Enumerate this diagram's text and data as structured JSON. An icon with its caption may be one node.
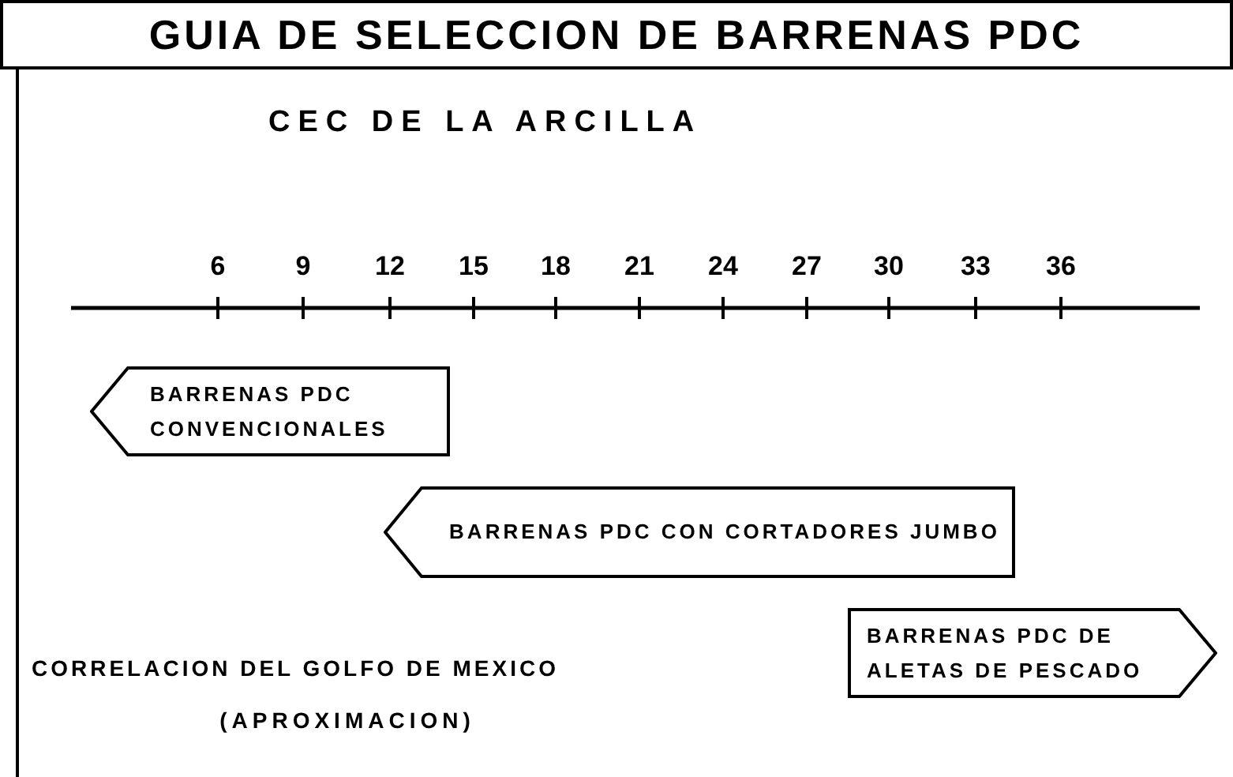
{
  "diagram": {
    "title": "GUIA DE SELECCION DE BARRENAS PDC",
    "nodes": [
      {
        "text": [
          "BARRENAS PDC CONVENCIONALES"
        ]
      },
      {
        "text": [
          "BARRENAS PDC CON CORTADORES JUMBO"
        ]
      },
      {
        "text": [
          "BARRENAS PDC DE ALETAS DE PESCADO"
        ]
      }
    ],
    "labels": [
      "CEC DE LA ARCILLA",
      "6",
      "9",
      "12",
      "15",
      "18",
      "21",
      "24",
      "27",
      "30",
      "33",
      "36",
      "CORRELACION DEL GOLFO DE MEXICO",
      "(APROXIMACION)"
    ]
  }
}
